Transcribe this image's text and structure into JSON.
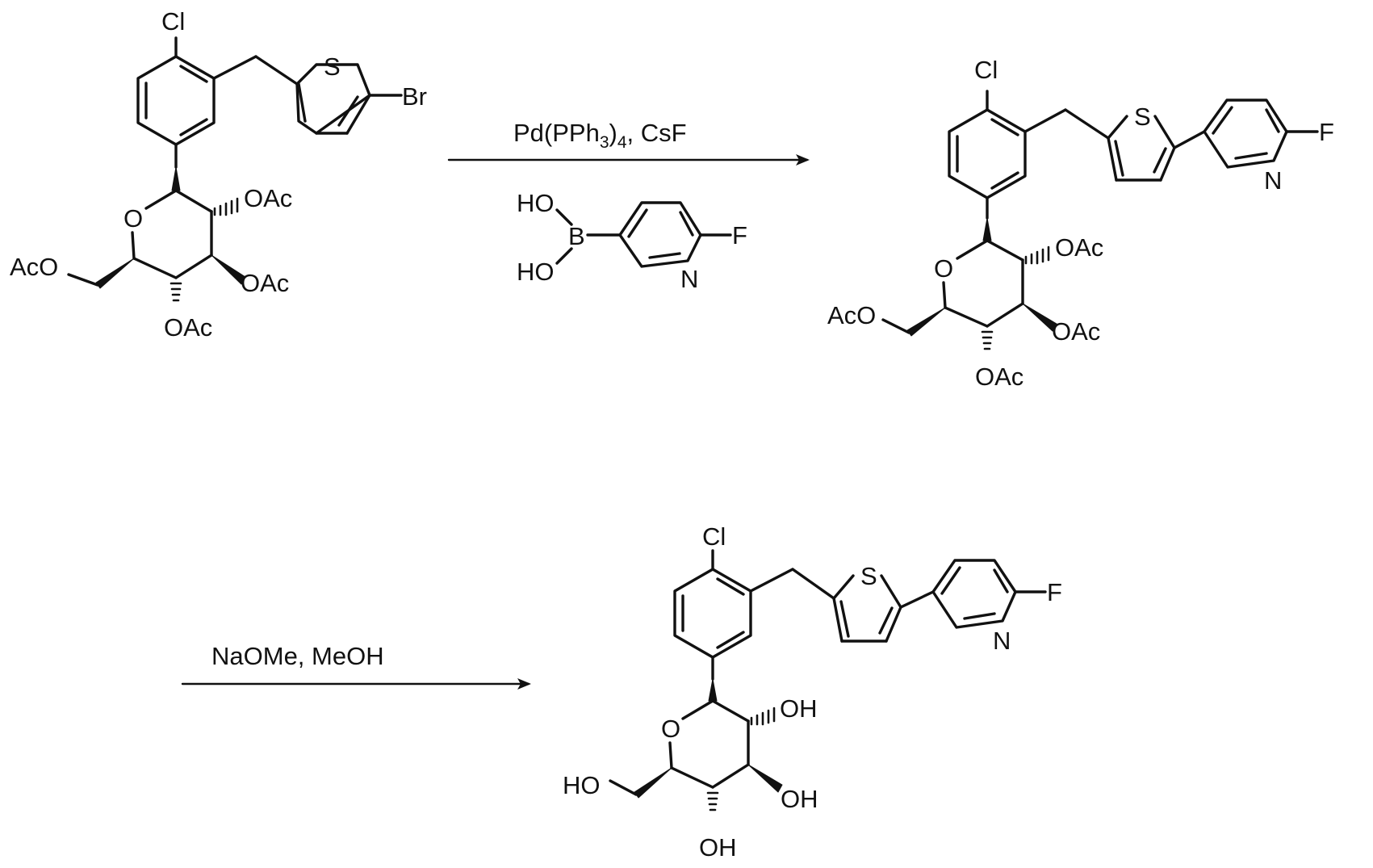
{
  "reagents_step1": {
    "catalyst": "Pd(PPh",
    "catalyst_sub3": "3",
    "catalyst_close": ")",
    "catalyst_sub4": "4",
    "base": ", CsF"
  },
  "reagents_step2": "NaOMe, MeOH",
  "boronic_acid": {
    "ho1": "HO",
    "ho2": "HO",
    "boron": "B",
    "nitrogen": "N",
    "fluorine": "F"
  },
  "compound1": {
    "cl": "Cl",
    "s": "S",
    "br": "Br",
    "o_ring": "O",
    "oac_1": "OAc",
    "oac_2": "OAc",
    "oac_3": "OAc",
    "aco": "AcO"
  },
  "compound2": {
    "cl": "Cl",
    "s": "S",
    "n": "N",
    "f": "F",
    "o_ring": "O",
    "oac_1": "OAc",
    "oac_2": "OAc",
    "oac_3": "OAc",
    "aco": "AcO"
  },
  "compound3": {
    "cl": "Cl",
    "s": "S",
    "n": "N",
    "f": "F",
    "o_ring": "O",
    "oh_1": "OH",
    "oh_2": "OH",
    "oh_3": "OH",
    "ho": "HO"
  }
}
